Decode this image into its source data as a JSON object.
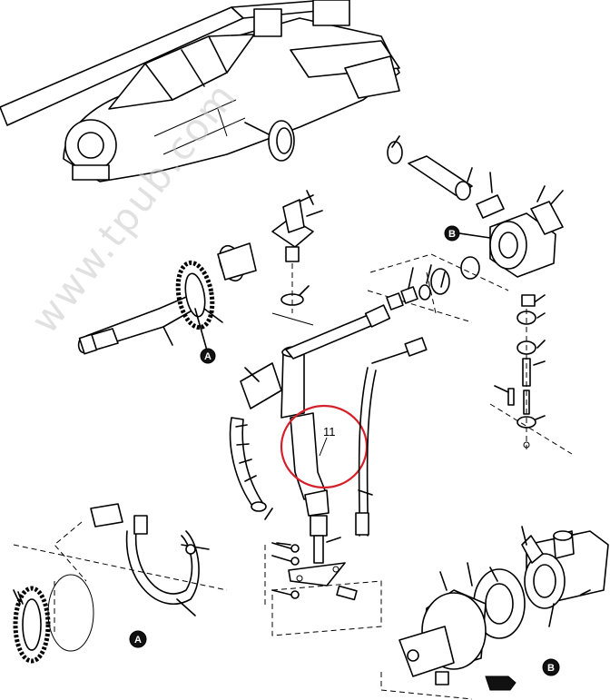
{
  "watermark": {
    "text": "www.tpub.com"
  },
  "callouts": {
    "highlight_number": "11",
    "view_a_label": "A",
    "view_b_label": "B"
  },
  "colors": {
    "line": "#000000",
    "highlight_circle": "#d4202a",
    "watermark": "#c8c8c8",
    "background": "#ffffff"
  }
}
